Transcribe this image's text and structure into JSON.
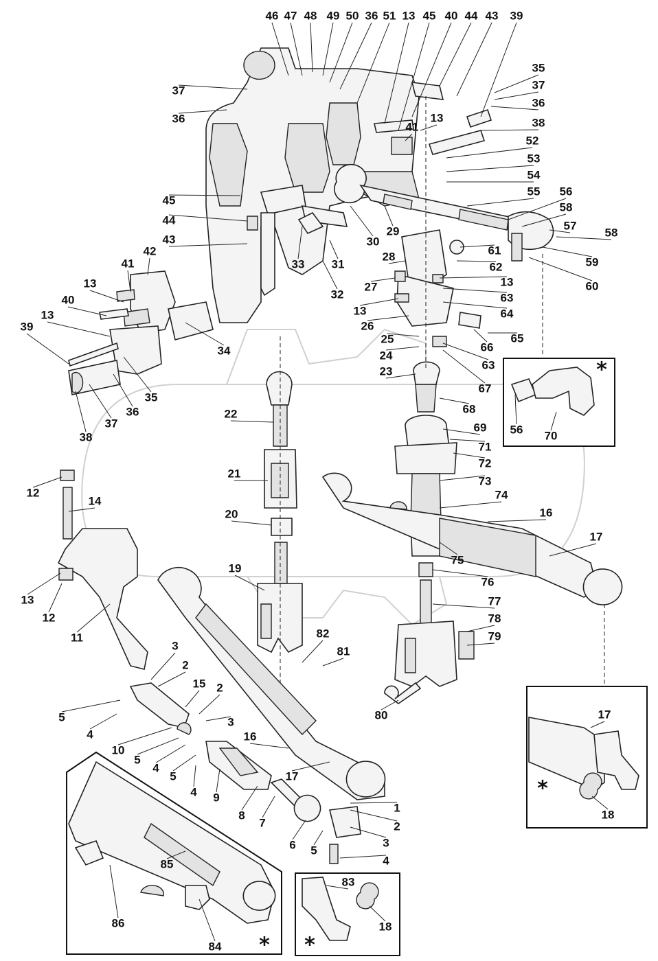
{
  "labels": [
    "1",
    "2",
    "3",
    "4",
    "5",
    "6",
    "7",
    "8",
    "9",
    "10",
    "11",
    "12",
    "13",
    "14",
    "15",
    "16",
    "17",
    "18",
    "19",
    "20",
    "21",
    "22",
    "23",
    "24",
    "25",
    "26",
    "27",
    "28",
    "29",
    "30",
    "31",
    "32",
    "33",
    "34",
    "35",
    "36",
    "37",
    "38",
    "39",
    "40",
    "41",
    "42",
    "43",
    "44",
    "45",
    "46",
    "47",
    "48",
    "49",
    "50",
    "51",
    "52",
    "53",
    "54",
    "55",
    "56",
    "57",
    "58",
    "59",
    "60",
    "61",
    "62",
    "63",
    "64",
    "65",
    "66",
    "67",
    "68",
    "69",
    "70",
    "71",
    "72",
    "73",
    "74",
    "75",
    "76",
    "77",
    "78",
    "79",
    "80",
    "81",
    "82",
    "83",
    "84",
    "85",
    "86"
  ],
  "option_marker": "*",
  "colors": {
    "line": "#222222",
    "fill": "#f4f4f4",
    "shade": "#e3e3e3",
    "watermark": "#d0d0d0"
  }
}
